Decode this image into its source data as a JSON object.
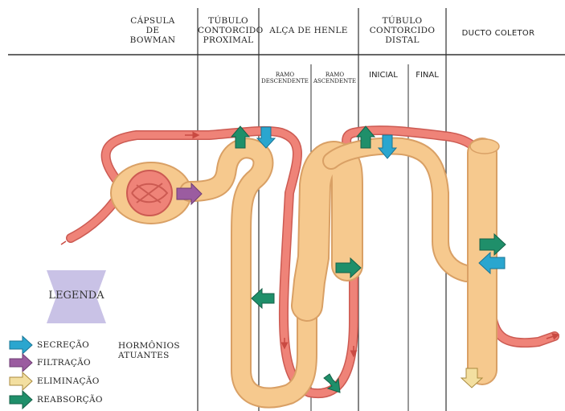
{
  "headers": {
    "bowman": [
      "CÁPSULA",
      "DE",
      "BOWMAN"
    ],
    "proximal": [
      "TÚBULO",
      "CONTORCIDO",
      "PROXIMAL"
    ],
    "henle": "ALÇA DE HENLE",
    "distal": [
      "TÚBULO",
      "CONTORCIDO",
      "DISTAL"
    ],
    "collector": "DUCTO COLETOR"
  },
  "subheaders": {
    "descending": [
      "RAMO",
      "DESCENDENTE"
    ],
    "ascending": [
      "RAMO",
      "ASCENDENTE"
    ],
    "initial": "INICIAL",
    "final": "FINAL"
  },
  "legend": {
    "title": "LEGENDA",
    "items": [
      {
        "label": "SECREÇÃO",
        "color": "#2aa6cf",
        "icon": "secretion-arrow-icon"
      },
      {
        "label": "FILTRAÇÃO",
        "color": "#9b5ca0",
        "icon": "filtration-arrow-icon"
      },
      {
        "label": "ELIMINAÇÃO",
        "color": "#f3dfa0",
        "icon": "elimination-arrow-icon"
      },
      {
        "label": "REABSORÇÃO",
        "color": "#1f8f6a",
        "icon": "reabsorption-arrow-icon"
      }
    ]
  },
  "hormones_label": [
    "HORMÔNIOS",
    "ATUANTES"
  ],
  "colors": {
    "tubule": "#f6c98e",
    "tubule_edge": "#d9a065",
    "vessel": "#ef8378",
    "vessel_edge": "#cc5a52",
    "legend_box": "#c9c2e6"
  }
}
